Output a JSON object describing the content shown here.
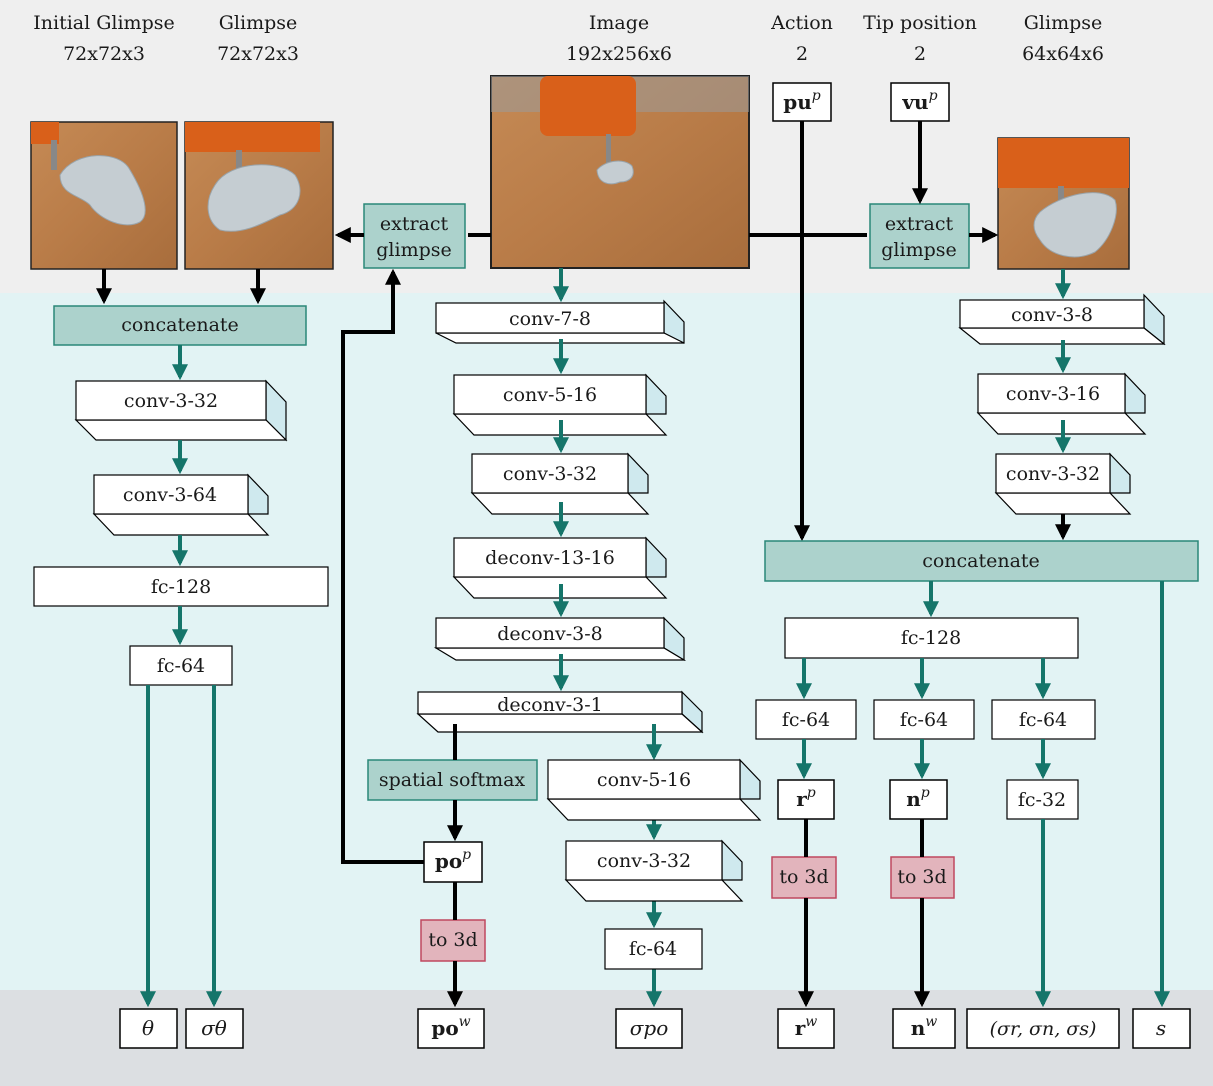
{
  "colors": {
    "input_band": "#efefef",
    "network_band": "#e2f3f4",
    "output_band": "#dcdfe2",
    "op_fill": "#acd2cc",
    "op_stroke": "#2a8878",
    "to3d_fill": "#e2b4bc",
    "to3d_stroke": "#c0485e",
    "teal_arrow": "#15756a",
    "black_arrow": "#000000"
  },
  "inputs": {
    "initial_glimpse": {
      "title": "Initial Glimpse",
      "size": "72x72x3"
    },
    "glimpse": {
      "title": "Glimpse",
      "size": "72x72x3"
    },
    "image": {
      "title": "Image",
      "size": "192x256x6"
    },
    "action": {
      "title": "Action",
      "size": "2",
      "symbol": "pu",
      "superscript": "p"
    },
    "tip_position": {
      "title": "Tip position",
      "size": "2",
      "symbol": "vu",
      "superscript": "p"
    },
    "glimpse_right": {
      "title": "Glimpse",
      "size": "64x64x6"
    }
  },
  "ops": {
    "extract_glimpse_line1": "extract",
    "extract_glimpse_line2": "glimpse",
    "concatenate": "concatenate",
    "spatial_softmax": "spatial softmax",
    "to_3d": "to 3d"
  },
  "left_branch": {
    "layers": [
      "conv-3-32",
      "conv-3-64",
      "fc-128",
      "fc-64"
    ],
    "outputs": [
      "θ",
      "σθ"
    ]
  },
  "middle_branch": {
    "layers": [
      "conv-7-8",
      "conv-5-16",
      "conv-3-32",
      "deconv-13-16",
      "deconv-3-8",
      "deconv-3-1"
    ],
    "sub_layers": [
      "conv-5-16",
      "conv-3-32",
      "fc-64"
    ],
    "position": {
      "symbol": "po",
      "superscript": "p"
    },
    "outputs": [
      {
        "symbol": "po",
        "superscript": "w"
      },
      {
        "symbol": "σpo"
      }
    ]
  },
  "right_branch": {
    "layers": [
      "conv-3-8",
      "conv-3-16",
      "conv-3-32"
    ],
    "fc_shared": "fc-128",
    "heads": [
      "fc-64",
      "fc-64",
      "fc-64"
    ],
    "fc_32": "fc-32",
    "r_p": {
      "symbol": "r",
      "superscript": "p"
    },
    "n_p": {
      "symbol": "n",
      "superscript": "p"
    },
    "outputs": [
      {
        "symbol": "r",
        "superscript": "w"
      },
      {
        "symbol": "n",
        "superscript": "w"
      },
      {
        "symbol": "(σr, σn, σs)"
      },
      {
        "symbol": "s"
      }
    ]
  }
}
